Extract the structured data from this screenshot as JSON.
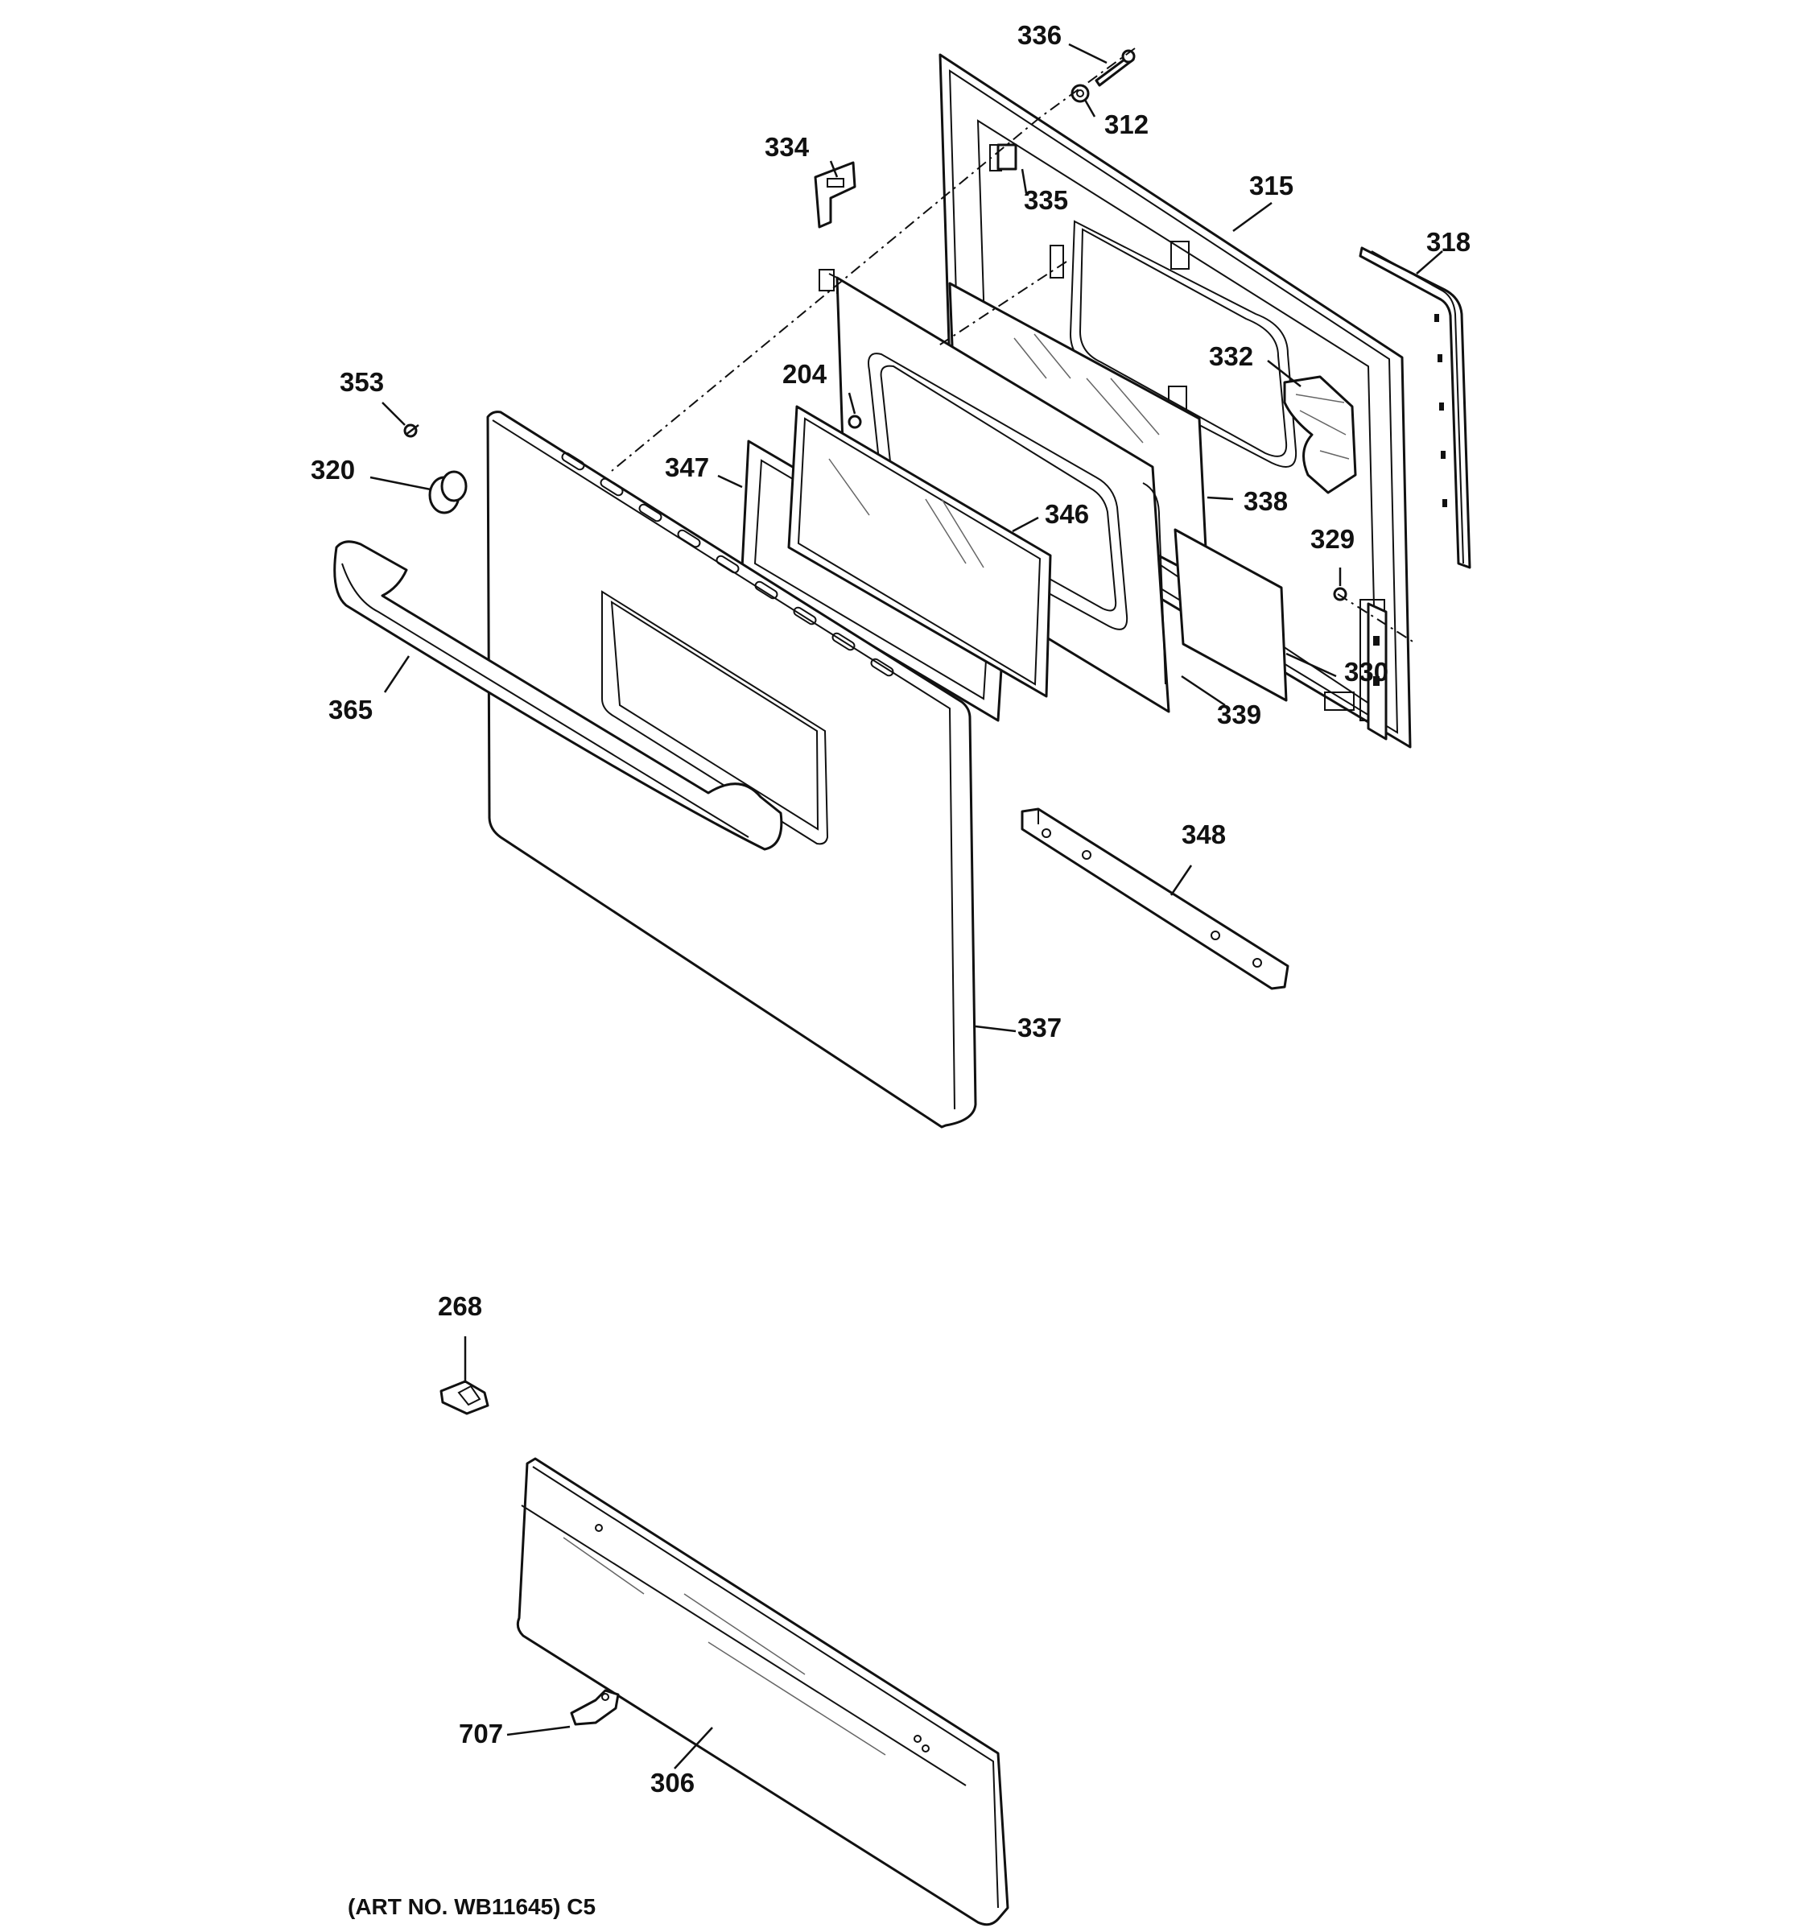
{
  "parts": [
    {
      "id": "part-336",
      "label": "336"
    },
    {
      "id": "part-312",
      "label": "312"
    },
    {
      "id": "part-334",
      "label": "334"
    },
    {
      "id": "part-335",
      "label": "335"
    },
    {
      "id": "part-315",
      "label": "315"
    },
    {
      "id": "part-318",
      "label": "318"
    },
    {
      "id": "part-332",
      "label": "332"
    },
    {
      "id": "part-353",
      "label": "353"
    },
    {
      "id": "part-204",
      "label": "204"
    },
    {
      "id": "part-320",
      "label": "320"
    },
    {
      "id": "part-347",
      "label": "347"
    },
    {
      "id": "part-338",
      "label": "338"
    },
    {
      "id": "part-346",
      "label": "346"
    },
    {
      "id": "part-329",
      "label": "329"
    },
    {
      "id": "part-330",
      "label": "330"
    },
    {
      "id": "part-365",
      "label": "365"
    },
    {
      "id": "part-339",
      "label": "339"
    },
    {
      "id": "part-348",
      "label": "348"
    },
    {
      "id": "part-337",
      "label": "337"
    },
    {
      "id": "part-268",
      "label": "268"
    },
    {
      "id": "part-707",
      "label": "707"
    },
    {
      "id": "part-306",
      "label": "306"
    }
  ],
  "art_number": "(ART NO. WB11645) C5"
}
